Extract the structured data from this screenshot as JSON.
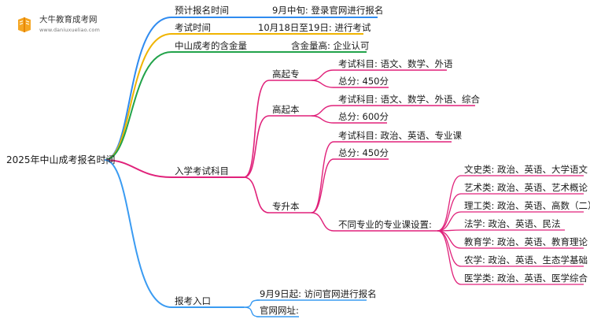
{
  "logo": {
    "name": "大牛教育成考网",
    "url": "www.daniuxueliao.com"
  },
  "mindmap": {
    "root": "2025年中山成考报名时间",
    "colors": {
      "blue": "#2f8bf0",
      "yellow": "#f0b400",
      "green": "#22a34a",
      "pink": "#e0217a",
      "lightblue": "#3a9bf2"
    },
    "branch1": {
      "label": "预计报名时间",
      "detail": "9月中旬: 登录官网进行报名"
    },
    "branch2": {
      "label": "考试时间",
      "detail": "10月18日至19日: 进行考试"
    },
    "branch3": {
      "label": "中山成考的含金量",
      "detail": "含金量高: 企业认可"
    },
    "branch4": {
      "label": "入学考试科目",
      "gqz": {
        "label": "高起专",
        "subjects": "考试科目: 语文、数学、外语",
        "total": "总分: 450分"
      },
      "gqb": {
        "label": "高起本",
        "subjects": "考试科目: 语文、数学、外语、综合",
        "total": "总分: 600分"
      },
      "zsb": {
        "label": "专升本",
        "subjects": "考试科目: 政治、英语、专业课",
        "total": "总分: 450分",
        "majors_label": "不同专业的专业课设置:",
        "majors": [
          "文史类: 政治、英语、大学语文",
          "艺术类: 政治、英语、艺术概论",
          "理工类: 政治、英语、高数（二）",
          "法学: 政治、英语、民法",
          "教育学: 政治、英语、教育理论",
          "农学: 政治、英语、生态学基础",
          "医学类: 政治、英语、医学综合"
        ]
      }
    },
    "branch5": {
      "label": "报考入口",
      "step1": "9月9日起: 访问官网进行报名",
      "step2": "官网网址:"
    }
  }
}
